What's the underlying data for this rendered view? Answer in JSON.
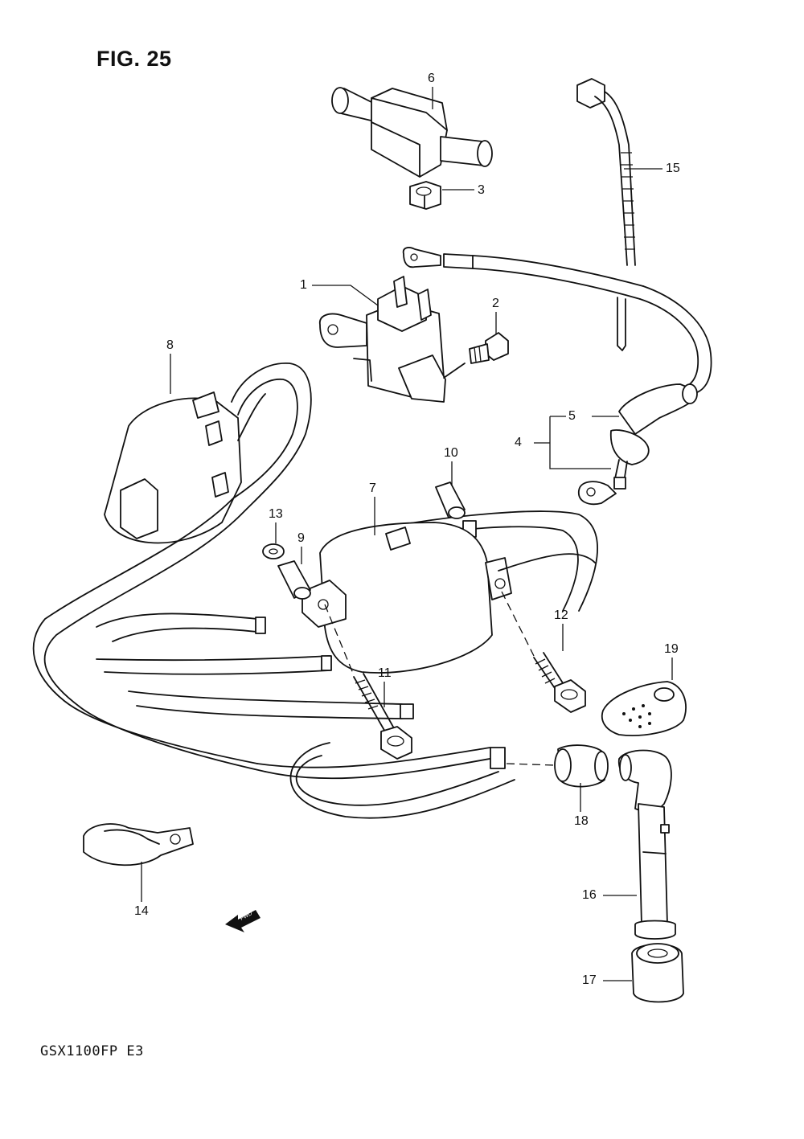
{
  "figure": {
    "title": "FIG. 25",
    "model": "GSX1100FP E3",
    "fwd_label": "FWD"
  },
  "callouts": [
    {
      "id": "1",
      "label": "1"
    },
    {
      "id": "2",
      "label": "2"
    },
    {
      "id": "3",
      "label": "3"
    },
    {
      "id": "4",
      "label": "4"
    },
    {
      "id": "5",
      "label": "5"
    },
    {
      "id": "6",
      "label": "6"
    },
    {
      "id": "7",
      "label": "7"
    },
    {
      "id": "8",
      "label": "8"
    },
    {
      "id": "9",
      "label": "9"
    },
    {
      "id": "10",
      "label": "10"
    },
    {
      "id": "11",
      "label": "11"
    },
    {
      "id": "12",
      "label": "12"
    },
    {
      "id": "13",
      "label": "13"
    },
    {
      "id": "14",
      "label": "14"
    },
    {
      "id": "15",
      "label": "15"
    },
    {
      "id": "16",
      "label": "16"
    },
    {
      "id": "17",
      "label": "17"
    },
    {
      "id": "18",
      "label": "18"
    },
    {
      "id": "19",
      "label": "19"
    }
  ]
}
